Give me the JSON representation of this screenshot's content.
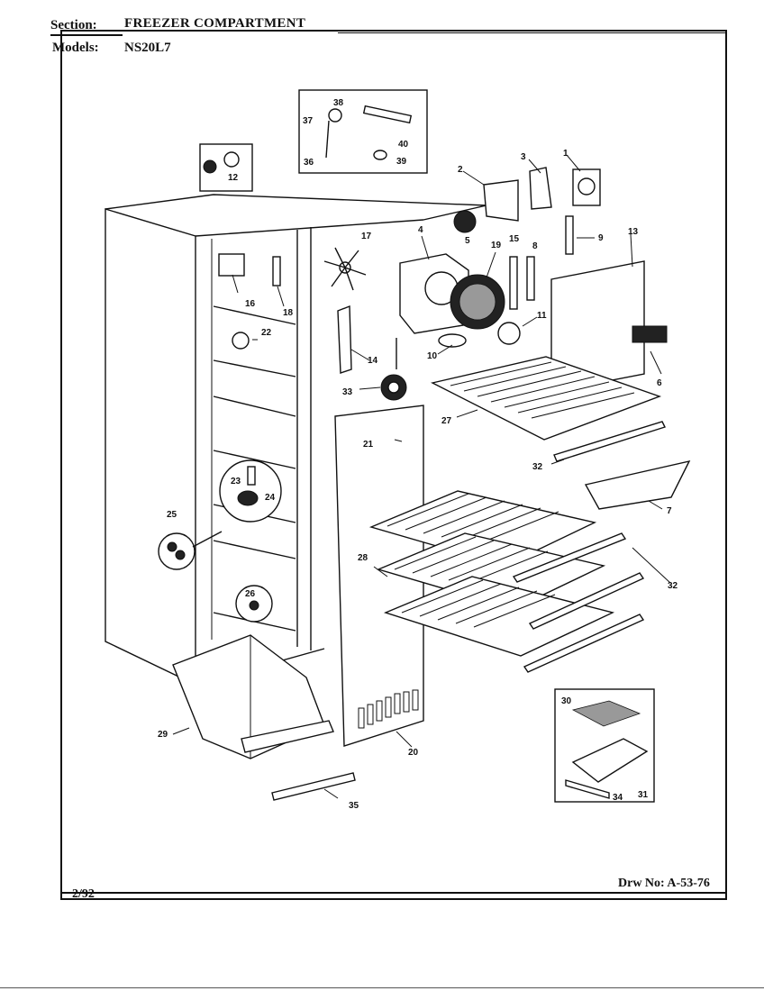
{
  "header": {
    "section_label": "Section:",
    "section_value": "FREEZER COMPARTMENT",
    "models_label": "Models:",
    "models_value": "NS20L7"
  },
  "footer": {
    "date": "2/92",
    "drawing_number": "Drw No: A-53-76"
  },
  "part_numbers": {
    "p1": "1",
    "p2": "2",
    "p3": "3",
    "p4": "4",
    "p5": "5",
    "p6": "6",
    "p7": "7",
    "p8": "8",
    "p9": "9",
    "p10": "10",
    "p11": "11",
    "p12": "12",
    "p13": "13",
    "p14": "14",
    "p15": "15",
    "p16": "16",
    "p17": "17",
    "p18": "18",
    "p19": "19",
    "p20": "20",
    "p21": "21",
    "p22": "22",
    "p23": "23",
    "p24": "24",
    "p25": "25",
    "p26": "26",
    "p27": "27",
    "p28": "28",
    "p29": "29",
    "p30": "30",
    "p31": "31",
    "p32a": "32",
    "p32b": "32",
    "p33": "33",
    "p34": "34",
    "p35": "35",
    "p36": "36",
    "p37": "37",
    "p38": "38",
    "p39": "39",
    "p40": "40"
  }
}
